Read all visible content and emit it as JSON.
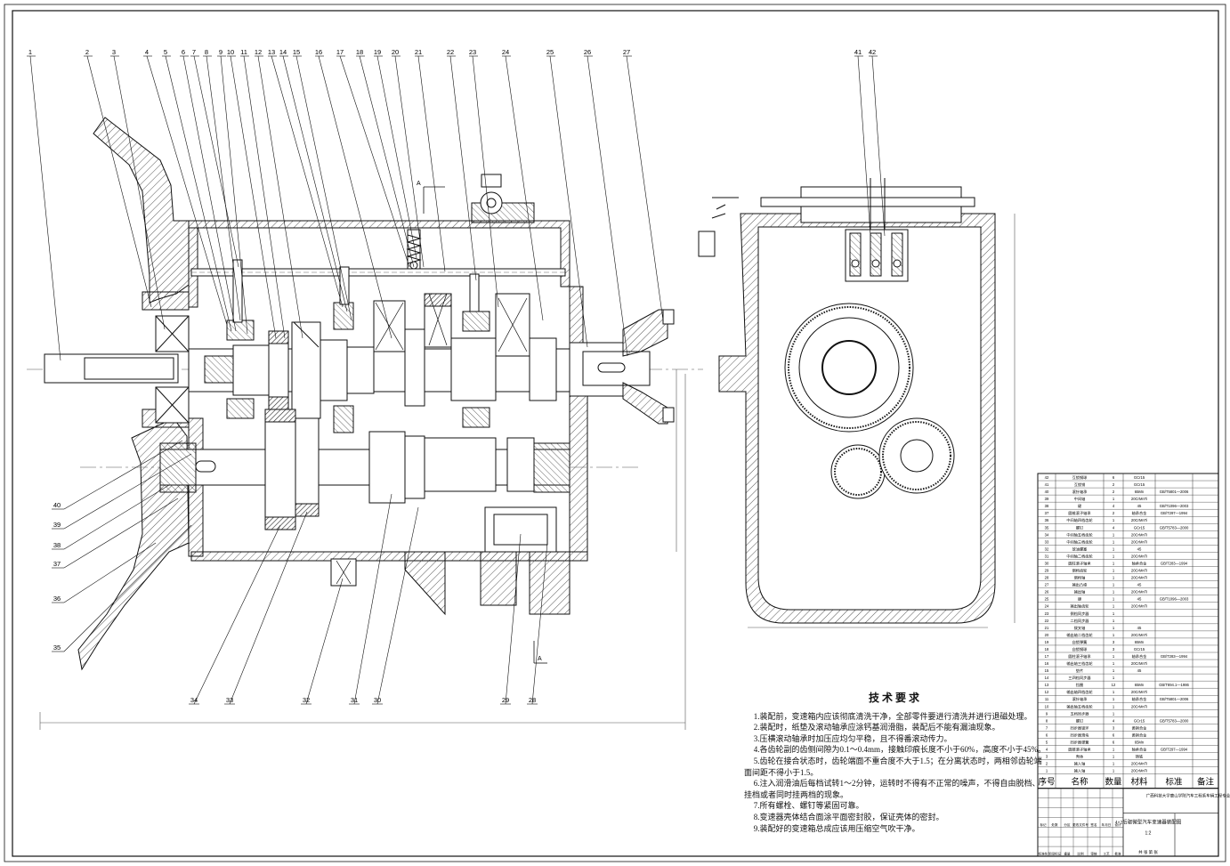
{
  "balloons_main": [
    "1",
    "2",
    "3",
    "4",
    "5",
    "6",
    "7",
    "8",
    "9",
    "10",
    "11",
    "12",
    "13",
    "14",
    "15",
    "16",
    "17",
    "18",
    "19",
    "20",
    "21",
    "22",
    "23",
    "24",
    "25",
    "26",
    "27"
  ],
  "balloons_side": [
    "41",
    "42"
  ],
  "balloons_left": [
    "40",
    "39",
    "38",
    "37",
    "36",
    "35"
  ],
  "balloons_bottom": [
    "34",
    "33",
    "32",
    "31",
    "30",
    "29",
    "28"
  ],
  "section_marks": {
    "a_top": "A",
    "a_bottom": "A"
  },
  "tech_requirements": {
    "title": "技术要求",
    "items": [
      "1.装配前，变速箱内应该彻底清洗干净，全部零件要进行清洗并进行退磁处理。",
      "2.装配时，纸垫及滚动轴承应涂钙基润滑脂，装配后不能有漏油现象。",
      "3.压横滚动轴承时加压应均匀平稳，且不得番滚动传力。",
      "4.各齿轮副的齿侧间隙为0.1～0.4mm，接触印痕长度不小于60%，高度不小于45%。",
      "5.齿轮在接合状态时，齿轮端面不重合度不大于1.5；在分离状态时，两相邻齿轮端面间距不得小于1.5。",
      "6.注入润滑油后每档试转1～2分钟，运转时不得有不正常的噪声，不得自由脱档、挂档或者同时挂两档的现象。",
      "7.所有螺栓、螺钉等紧固可靠。",
      "8.变速器壳体结合面涂平面密封胶，保证壳体的密封。",
      "9.装配好的变速箱总成应该用压缩空气吹干净。"
    ]
  },
  "bom": {
    "rows": [
      [
        "42",
        "互锁钢球",
        "6",
        "GCr15",
        ""
      ],
      [
        "41",
        "互锁销",
        "2",
        "GCr15",
        ""
      ],
      [
        "40",
        "滚针轴承",
        "2",
        "65Mn",
        "GB/T5801—2006"
      ],
      [
        "39",
        "中间轴",
        "1",
        "20CrMnTi",
        ""
      ],
      [
        "38",
        "键",
        "4",
        "45",
        "GB/T1096—2003"
      ],
      [
        "37",
        "圆锥滚子轴承",
        "2",
        "轴承合金",
        "GB/T297—1994"
      ],
      [
        "36",
        "中间轴四档齿轮",
        "1",
        "20CrMnTi",
        ""
      ],
      [
        "35",
        "螺钉",
        "4",
        "GCr15",
        "GB/T5783—2000"
      ],
      [
        "34",
        "中间轴五档齿轮",
        "1",
        "20CrMnTi",
        ""
      ],
      [
        "33",
        "中间轴三档齿轮",
        "1",
        "20CrMnTi",
        ""
      ],
      [
        "32",
        "放油螺塞",
        "1",
        "45",
        ""
      ],
      [
        "31",
        "中间轴二档齿轮",
        "1",
        "20CrMnTi",
        ""
      ],
      [
        "30",
        "圆柱滚子轴承",
        "1",
        "轴承合金",
        "GB/T283—1994"
      ],
      [
        "29",
        "倒档齿轮",
        "1",
        "20CrMnTi",
        ""
      ],
      [
        "28",
        "倒档轴",
        "1",
        "20CrMnTi",
        ""
      ],
      [
        "27",
        "输出凸缘",
        "1",
        "45",
        ""
      ],
      [
        "26",
        "输出轴",
        "1",
        "20CrMnTi",
        ""
      ],
      [
        "25",
        "键",
        "1",
        "45",
        "GB/T1096—2003"
      ],
      [
        "24",
        "输出轴齿轮",
        "1",
        "20CrMnTi",
        ""
      ],
      [
        "23",
        "倒档同步器",
        "1",
        "",
        ""
      ],
      [
        "22",
        "二档同步器",
        "1",
        "",
        ""
      ],
      [
        "21",
        "拨叉轴",
        "1",
        "45",
        ""
      ],
      [
        "20",
        "输出轴二档齿轮",
        "1",
        "20CrMnTi",
        ""
      ],
      [
        "19",
        "自锁弹簧",
        "3",
        "65Mn",
        ""
      ],
      [
        "18",
        "自锁钢球",
        "3",
        "GCr15",
        ""
      ],
      [
        "17",
        "圆柱滚子轴承",
        "1",
        "轴承合金",
        "GB/T283—1994"
      ],
      [
        "16",
        "输出轴三档齿轮",
        "1",
        "20CrMnTi",
        ""
      ],
      [
        "15",
        "垫片",
        "1",
        "45",
        ""
      ],
      [
        "14",
        "三四档同步器",
        "1",
        "",
        ""
      ],
      [
        "13",
        "挡圈",
        "12",
        "65Mn",
        "GB/T894.1—1986"
      ],
      [
        "12",
        "输出轴四档齿轮",
        "1",
        "20CrMnTi",
        ""
      ],
      [
        "11",
        "滚针轴承",
        "1",
        "轴承合金",
        "GB/T5801—2006"
      ],
      [
        "10",
        "输出轴五档齿轮",
        "1",
        "20CrMnTi",
        ""
      ],
      [
        "9",
        "五档同步器",
        "1",
        "",
        ""
      ],
      [
        "8",
        "螺钉",
        "4",
        "GCr15",
        "GB/T5783—2000"
      ],
      [
        "7",
        "同步器锁环",
        "3",
        "黄铜合金",
        ""
      ],
      [
        "6",
        "同步器滑块",
        "6",
        "黄铜合金",
        ""
      ],
      [
        "5",
        "同步器弹簧",
        "6",
        "65Mn",
        ""
      ],
      [
        "4",
        "圆锥滚子轴承",
        "1",
        "轴承合金",
        "GB/T297—1994"
      ],
      [
        "3",
        "壳体",
        "1",
        "铸铁",
        ""
      ],
      [
        "2",
        "输入轴",
        "1",
        "20CrMnTi",
        ""
      ],
      [
        "1",
        "输入轴",
        "1",
        "20CrMnTi",
        ""
      ]
    ],
    "header": [
      "序号",
      "名称",
      "数量",
      "材料",
      "标准",
      "备注"
    ]
  },
  "title_block": {
    "school": "广西科技大学鹿山学院汽车工程系车辆工程专业(本)班",
    "drawing_title": "4×2后驱微型汽车变速器装配图",
    "scale": "1:2",
    "sheet": "共 张 第 张",
    "small_labels": [
      "标记",
      "处数",
      "分区",
      "更改文件号",
      "签名",
      "年月日",
      "设计",
      "标准化",
      "阶段标记",
      "重量",
      "比例",
      "审核",
      "工艺",
      "批准"
    ]
  },
  "colors": {
    "line": "#111111",
    "hatch": "#444444",
    "thin": "#666666"
  }
}
